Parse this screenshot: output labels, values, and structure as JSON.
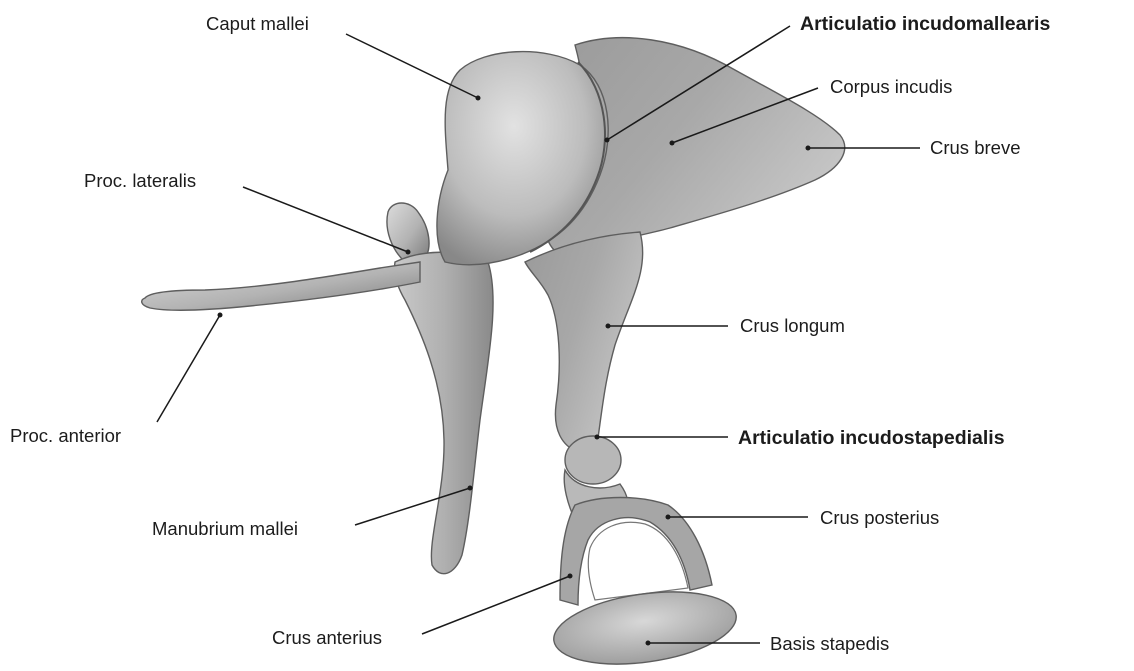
{
  "labels": {
    "caput_mallei": "Caput mallei",
    "articulatio_incudomallearis": "Articulatio incudomallearis",
    "corpus_incudis": "Corpus incudis",
    "crus_breve": "Crus breve",
    "proc_lateralis": "Proc. lateralis",
    "crus_longum": "Crus longum",
    "proc_anterior": "Proc. anterior",
    "articulatio_incudostapedialis": "Articulatio incudostapedialis",
    "crus_posterius": "Crus posterius",
    "manubrium_mallei": "Manubrium mallei",
    "crus_anterius": "Crus anterius",
    "basis_stapedis": "Basis stapedis"
  },
  "colors": {
    "bone_light": "#d4d4d4",
    "bone_mid": "#a9a9a9",
    "bone_dark": "#6f6f6f",
    "line": "#1a1a1a"
  }
}
